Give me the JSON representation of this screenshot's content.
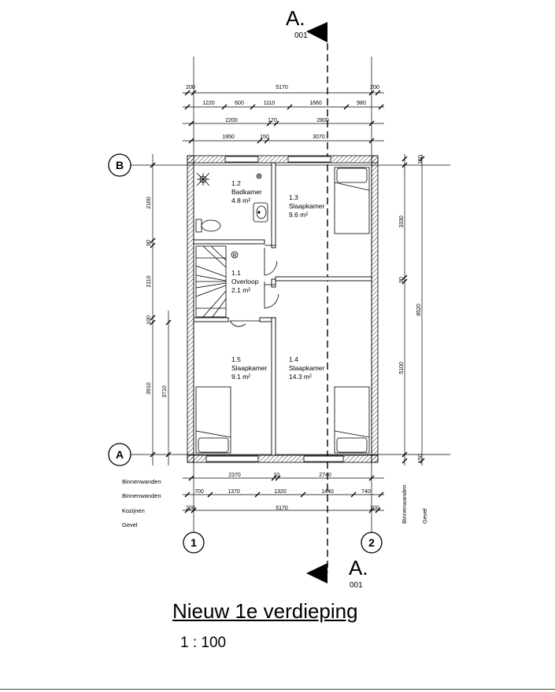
{
  "drawing": {
    "title": "Nieuw 1e verdieping",
    "scale": "1 : 100",
    "section": {
      "label": "A.",
      "number": "001"
    }
  },
  "grid": {
    "rows": [
      "B",
      "A"
    ],
    "columns": [
      "1",
      "2"
    ]
  },
  "rooms": [
    {
      "id": "1.1",
      "name": "Overloop",
      "area": "2.1 m²"
    },
    {
      "id": "1.2",
      "name": "Badkamer",
      "area": "4.8 m²"
    },
    {
      "id": "1.3",
      "name": "Slaapkamer",
      "area": "9.6 m²"
    },
    {
      "id": "1.4",
      "name": "Slaapkamer",
      "area": "14.3 m²"
    },
    {
      "id": "1.5",
      "name": "Slaapkamer",
      "area": "9.1 m²"
    }
  ],
  "dimensions": {
    "top_row1": [
      "200",
      "5170",
      "200"
    ],
    "top_row2": [
      "1220",
      "600",
      "1110",
      "1660",
      "980"
    ],
    "top_row3": [
      "2200",
      "170",
      "2800"
    ],
    "top_row4": [
      "1950",
      "150",
      "3070"
    ],
    "bottom_row1": [
      "2370",
      "10",
      "2740"
    ],
    "bottom_row2": [
      "700",
      "1370",
      "1320",
      "1440",
      "740"
    ],
    "bottom_row3": [
      "200",
      "5170",
      "200"
    ],
    "left_outer": [
      "2160",
      "90",
      "2110",
      "100",
      "3910"
    ],
    "left_inner": [
      "3710"
    ],
    "right_inner": [
      "150",
      "3330",
      "90",
      "5100",
      "150"
    ],
    "right_outer": [
      "8520"
    ]
  },
  "legend": {
    "rows": [
      "Binnenwanden",
      "Binnenwanden",
      "Kozijnen",
      "Gevel"
    ],
    "columns": [
      "Binnenwanden",
      "Gevel"
    ]
  }
}
